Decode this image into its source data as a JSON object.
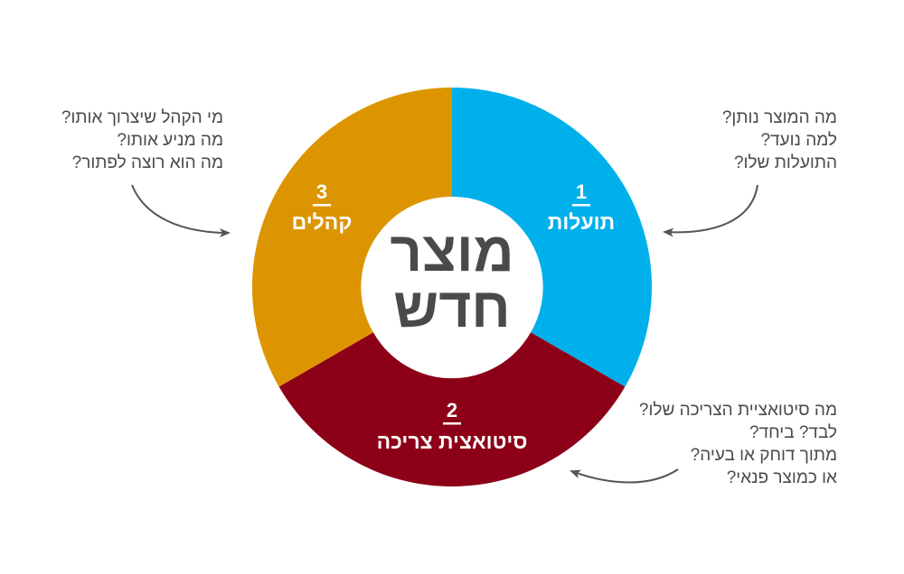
{
  "center": {
    "line1": "מוצר",
    "line2": "חדש"
  },
  "segments": [
    {
      "number": "1",
      "label": "תועלות",
      "color": "#00b0eb"
    },
    {
      "number": "2",
      "label": "סיטואצית צריכה",
      "color": "#8c0018"
    },
    {
      "number": "3",
      "label": "קהלים",
      "color": "#dc9500"
    }
  ],
  "questions": {
    "benefits": [
      "מה המוצר נותן?",
      "למה נועד?",
      "התועלות שלו?"
    ],
    "audiences": [
      "מי הקהל שיצרוך אותו?",
      "מה מניע אותו?",
      "מה הוא רוצה לפתור?"
    ],
    "situation": [
      "מה סיטואציית הצריכה שלו?",
      "לבד? ביחד?",
      "מתוך דוחק או בעיה?",
      "או כמוצר פנאי?"
    ]
  },
  "colors": {
    "center_text": "#4a4a4a",
    "question_text": "#4a4a4a",
    "arrow": "#555555",
    "segment_text": "#ffffff"
  }
}
